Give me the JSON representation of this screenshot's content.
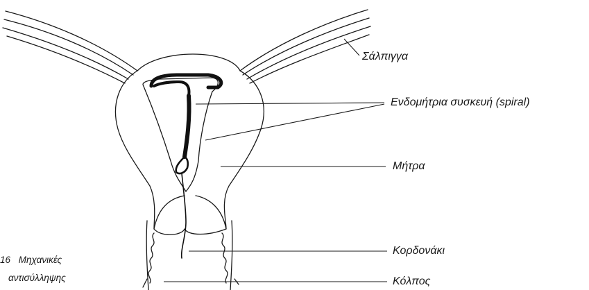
{
  "labels": {
    "fallopian_tube": "Σάλπιγγα",
    "iud": "Ενδομήτρια συσκευή (spiral)",
    "uterus": "Μήτρα",
    "string": "Κορδονάκι",
    "vagina": "Κόλπος"
  },
  "caption": {
    "number": "16",
    "line1": "Μηχανικές",
    "line2": "αντισύλληψης"
  },
  "colors": {
    "ink": "#1a1a1a",
    "background": "#ffffff"
  }
}
